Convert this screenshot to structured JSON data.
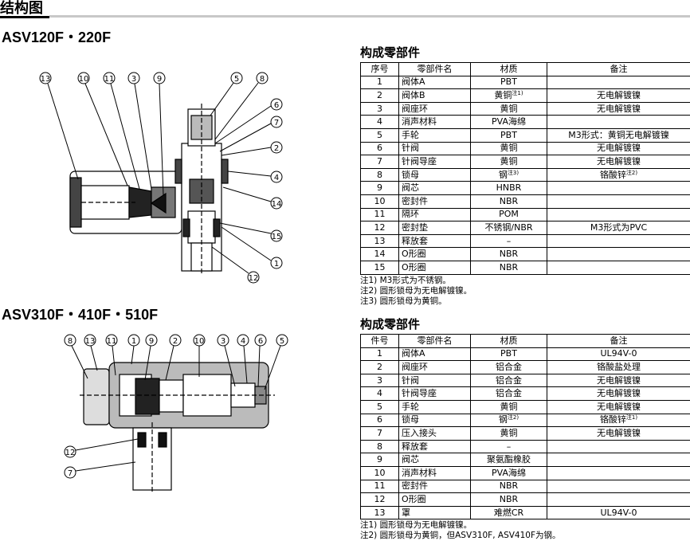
{
  "header": {
    "title": "结构图"
  },
  "models": {
    "top": "ASV120F・220F",
    "bottom": "ASV310F・410F・510F"
  },
  "table1": {
    "title": "构成零部件",
    "columns": [
      "序号",
      "零部件名",
      "材质",
      "备注"
    ],
    "rows": [
      {
        "no": "1",
        "name": "阀体A",
        "mat": "PBT",
        "matNote": "",
        "remark": "",
        "remarkNote": ""
      },
      {
        "no": "2",
        "name": "阀体B",
        "mat": "黄铜",
        "matNote": "注1)",
        "remark": "无电解镀镍",
        "remarkNote": ""
      },
      {
        "no": "3",
        "name": "阀座环",
        "mat": "黄铜",
        "matNote": "",
        "remark": "无电解镀镍",
        "remarkNote": ""
      },
      {
        "no": "4",
        "name": "消声材料",
        "mat": "PVA海绵",
        "matNote": "",
        "remark": "",
        "remarkNote": ""
      },
      {
        "no": "5",
        "name": "手轮",
        "mat": "PBT",
        "matNote": "",
        "remark": "M3形式：黄铜无电解镀镍",
        "remarkNote": ""
      },
      {
        "no": "6",
        "name": "针阀",
        "mat": "黄铜",
        "matNote": "",
        "remark": "无电解镀镍",
        "remarkNote": ""
      },
      {
        "no": "7",
        "name": "针阀导座",
        "mat": "黄铜",
        "matNote": "",
        "remark": "无电解镀镍",
        "remarkNote": ""
      },
      {
        "no": "8",
        "name": "锁母",
        "mat": "钢",
        "matNote": "注3)",
        "remark": "铬酸锌",
        "remarkNote": "注2)"
      },
      {
        "no": "9",
        "name": "阀芯",
        "mat": "HNBR",
        "matNote": "",
        "remark": "",
        "remarkNote": ""
      },
      {
        "no": "10",
        "name": "密封件",
        "mat": "NBR",
        "matNote": "",
        "remark": "",
        "remarkNote": ""
      },
      {
        "no": "11",
        "name": "隔环",
        "mat": "POM",
        "matNote": "",
        "remark": "",
        "remarkNote": ""
      },
      {
        "no": "12",
        "name": "密封垫",
        "mat": "不锈钢/NBR",
        "matNote": "",
        "remark": "M3形式为PVC",
        "remarkNote": ""
      },
      {
        "no": "13",
        "name": "释放套",
        "mat": "–",
        "matNote": "",
        "remark": "",
        "remarkNote": ""
      },
      {
        "no": "14",
        "name": "O形圈",
        "mat": "NBR",
        "matNote": "",
        "remark": "",
        "remarkNote": ""
      },
      {
        "no": "15",
        "name": "O形圈",
        "mat": "NBR",
        "matNote": "",
        "remark": "",
        "remarkNote": ""
      }
    ],
    "notes": [
      "注1) M3形式为不锈钢。",
      "注2) 圆形锁母为无电解镀镍。",
      "注3) 圆形锁母为黄铜。"
    ]
  },
  "table2": {
    "title": "构成零部件",
    "columns": [
      "件号",
      "零部件名",
      "材质",
      "备注"
    ],
    "rows": [
      {
        "no": "1",
        "name": "阀体A",
        "mat": "PBT",
        "matNote": "",
        "remark": "UL94V-0",
        "remarkNote": ""
      },
      {
        "no": "2",
        "name": "阀座环",
        "mat": "铝合金",
        "matNote": "",
        "remark": "铬酸盐处理",
        "remarkNote": ""
      },
      {
        "no": "3",
        "name": "针阀",
        "mat": "铝合金",
        "matNote": "",
        "remark": "无电解镀镍",
        "remarkNote": ""
      },
      {
        "no": "4",
        "name": "针阀导座",
        "mat": "铝合金",
        "matNote": "",
        "remark": "无电解镀镍",
        "remarkNote": ""
      },
      {
        "no": "5",
        "name": "手轮",
        "mat": "黄铜",
        "matNote": "",
        "remark": "无电解镀镍",
        "remarkNote": ""
      },
      {
        "no": "6",
        "name": "锁母",
        "mat": "钢",
        "matNote": "注2)",
        "remark": "铬酸锌",
        "remarkNote": "注1)"
      },
      {
        "no": "7",
        "name": "压入接头",
        "mat": "黄铜",
        "matNote": "",
        "remark": "无电解镀镍",
        "remarkNote": ""
      },
      {
        "no": "8",
        "name": "释放套",
        "mat": "–",
        "matNote": "",
        "remark": "",
        "remarkNote": ""
      },
      {
        "no": "9",
        "name": "阀芯",
        "mat": "聚氨酯橡胶",
        "matNote": "",
        "remark": "",
        "remarkNote": ""
      },
      {
        "no": "10",
        "name": "消声材料",
        "mat": "PVA海绵",
        "matNote": "",
        "remark": "",
        "remarkNote": ""
      },
      {
        "no": "11",
        "name": "密封件",
        "mat": "NBR",
        "matNote": "",
        "remark": "",
        "remarkNote": ""
      },
      {
        "no": "12",
        "name": "O形圈",
        "mat": "NBR",
        "matNote": "",
        "remark": "",
        "remarkNote": ""
      },
      {
        "no": "13",
        "name": "罩",
        "mat": "难燃CR",
        "matNote": "",
        "remark": "UL94V-0",
        "remarkNote": ""
      }
    ],
    "notes": [
      "注1) 圆形锁母为无电解镀镍。",
      "注2) 圆形锁母为黄铜，但ASV310F, ASV410F为钢。"
    ]
  },
  "diagram1": {
    "callouts": [
      "13",
      "10",
      "11",
      "3",
      "9",
      "5",
      "8",
      "6",
      "7",
      "2",
      "4",
      "14",
      "15",
      "1",
      "12"
    ]
  },
  "diagram2": {
    "callouts": [
      "8",
      "13",
      "11",
      "1",
      "9",
      "2",
      "10",
      "3",
      "4",
      "6",
      "5",
      "12",
      "7"
    ]
  }
}
